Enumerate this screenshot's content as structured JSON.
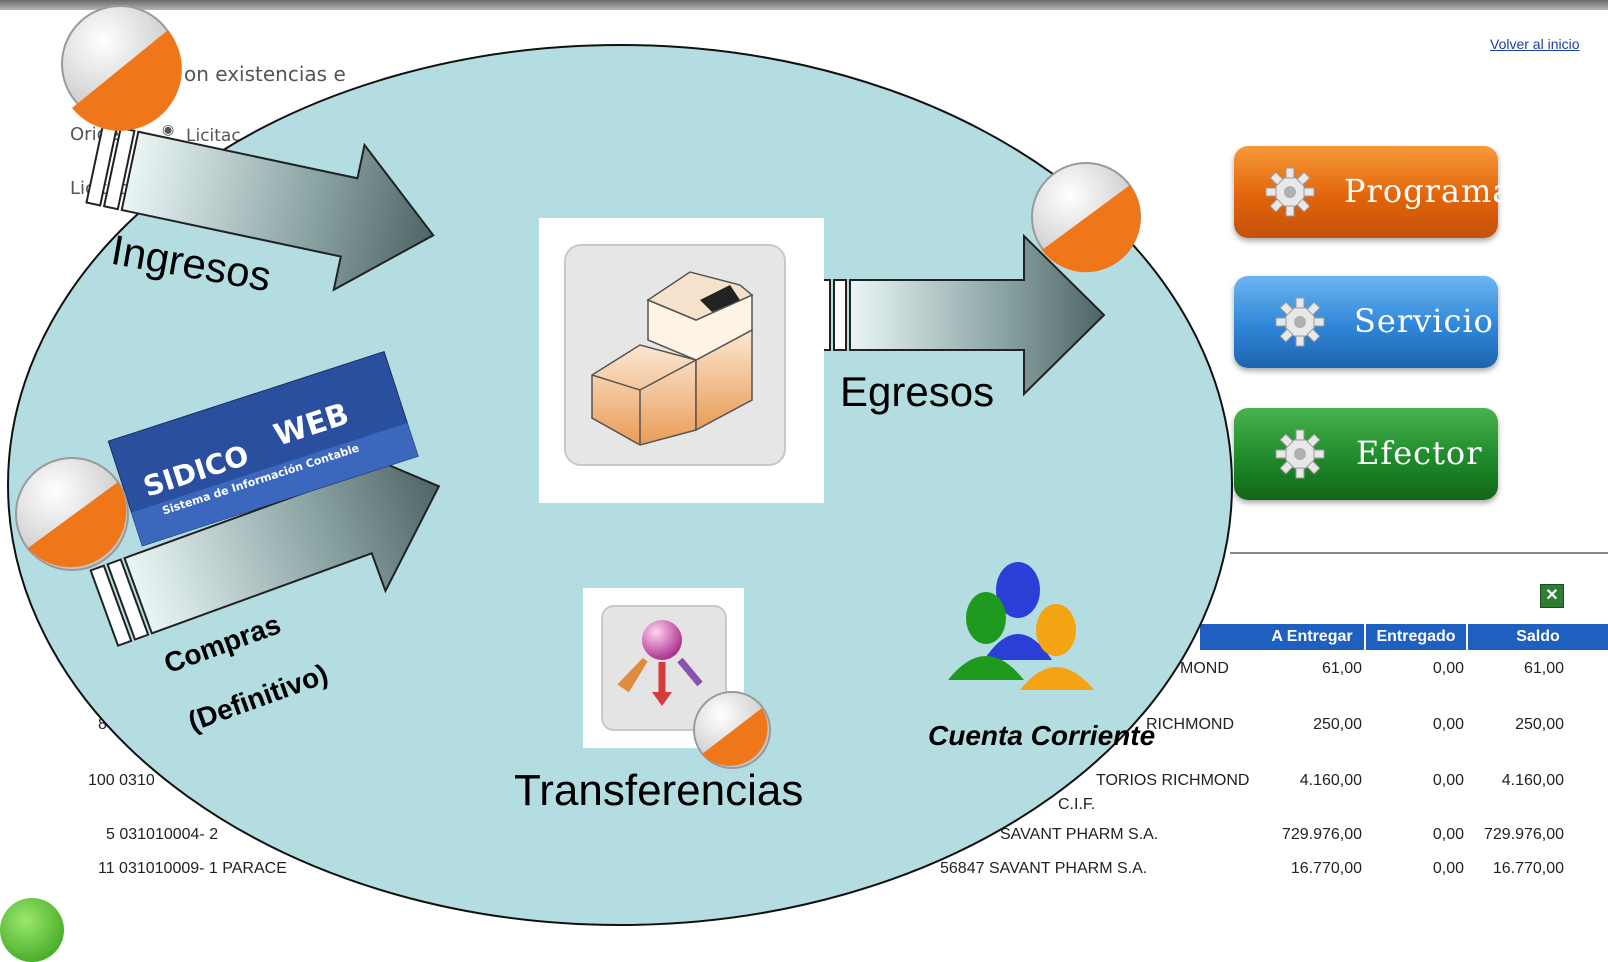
{
  "background_page": {
    "title_fragment": "on existencias e",
    "origen_label": "Origen",
    "origen_option": "Licitac",
    "licitacion_label": "Licitación",
    "top_right_link": "Volver al inicio",
    "table": {
      "headers": [
        "A Entregar",
        "Entregado",
        "Saldo"
      ],
      "rows": [
        {
          "left": "",
          "provider": "MOND",
          "a_entregar": "61,00",
          "entregado": "0,00",
          "saldo": "61,00"
        },
        {
          "left": "8",
          "provider": "RICHMOND",
          "a_entregar": "250,00",
          "entregado": "0,00",
          "saldo": "250,00"
        },
        {
          "left": "100  0310",
          "provider": "TORIOS RICHMOND",
          "provider2": "C.I.F.",
          "a_entregar": "4.160,00",
          "entregado": "0,00",
          "saldo": "4.160,00"
        },
        {
          "left": "5  031010004- 2 ",
          "provider": "SAVANT PHARM S.A.",
          "a_entregar": "729.976,00",
          "entregado": "0,00",
          "saldo": "729.976,00"
        },
        {
          "left": "11  031010009- 1  PARACE",
          "provider": "56847  SAVANT PHARM S.A.",
          "a_entregar": "16.770,00",
          "entregado": "0,00",
          "saldo": "16.770,00"
        }
      ]
    }
  },
  "buttons": {
    "programa": "Programa",
    "servicio": "Servicio",
    "efector": "Efector"
  },
  "diagram": {
    "ingresos": "Ingresos",
    "egresos": "Egresos",
    "compras_line1": "Compras",
    "compras_line2": "(Definitivo)",
    "transferencias": "Transferencias",
    "cuenta_corriente": "Cuenta Corriente",
    "sidico": {
      "word1": "SIDICO",
      "word2": "WEB",
      "subtitle": "Sistema de Información Contable"
    }
  },
  "colors": {
    "ellipse": "#b3dde1",
    "arrow_dark": "#556b6b",
    "arrow_light": "#eaf6f6",
    "programa": "#e86a10",
    "servicio": "#2f86d8",
    "efector": "#1f8a2a",
    "table_header": "#1f5fbf"
  }
}
